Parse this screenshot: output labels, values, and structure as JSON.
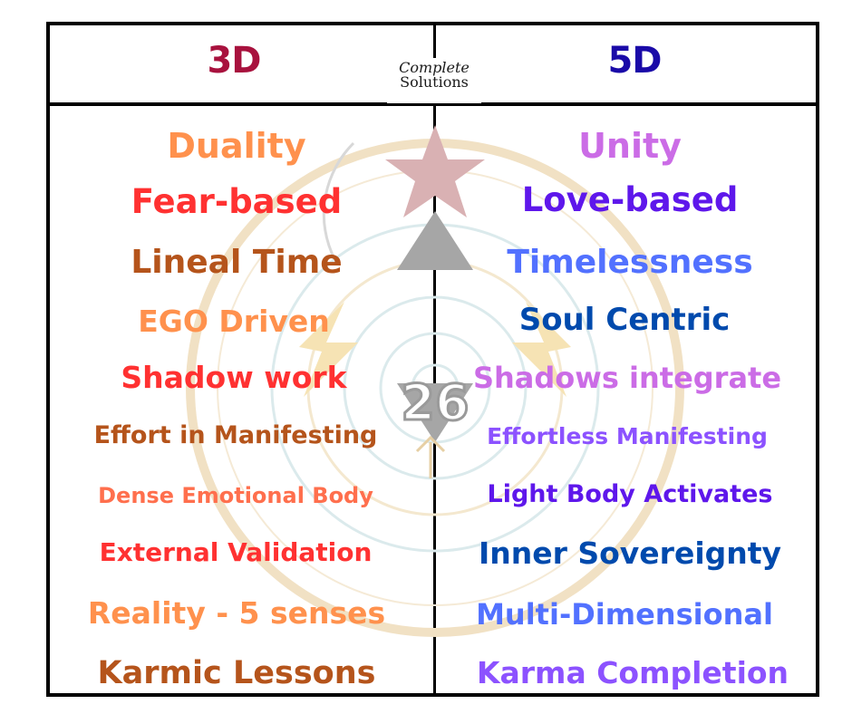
{
  "header": {
    "left_title": "3D",
    "right_title": "5D",
    "logo": {
      "line1": "Complete",
      "line2": "Solutions"
    },
    "colors": {
      "left_title": "#a8123e",
      "right_title": "#1a0aa8"
    }
  },
  "emblem": {
    "center_number": "26",
    "description": "watermark medallion with star, up/down triangles, feathers, lightning, spiral"
  },
  "rows": [
    {
      "left": {
        "text": "Duality",
        "color": "#ff914d"
      },
      "right": {
        "text": "Unity",
        "color": "#cb6ce6"
      }
    },
    {
      "left": {
        "text": "Fear-based",
        "color": "#ff3131"
      },
      "right": {
        "text": "Love-based",
        "color": "#5e17eb"
      }
    },
    {
      "left": {
        "text": "Lineal Time",
        "color": "#b5541b"
      },
      "right": {
        "text": "Timelessness",
        "color": "#5271ff"
      }
    },
    {
      "left": {
        "text": "EGO Driven",
        "color": "#ff914d"
      },
      "right": {
        "text": "Soul Centric",
        "color": "#004aad"
      }
    },
    {
      "left": {
        "text": "Shadow work",
        "color": "#ff3131"
      },
      "right": {
        "text": "Shadows integrate",
        "color": "#cb6ce6"
      }
    },
    {
      "left": {
        "text": "Effort in Manifesting",
        "color": "#b5541b"
      },
      "right": {
        "text": "Effortless Manifesting",
        "color": "#8c52ff"
      }
    },
    {
      "left": {
        "text": "Dense Emotional Body",
        "color": "#ff6f4d"
      },
      "right": {
        "text": "Light Body Activates",
        "color": "#5e17eb"
      }
    },
    {
      "left": {
        "text": "External Validation",
        "color": "#ff3131"
      },
      "right": {
        "text": "Inner Sovereignty",
        "color": "#004aad"
      }
    },
    {
      "left": {
        "text": "Reality - 5 senses",
        "color": "#ff914d"
      },
      "right": {
        "text": "Multi-Dimensional",
        "color": "#5271ff"
      }
    },
    {
      "left": {
        "text": "Karmic Lessons",
        "color": "#b5541b"
      },
      "right": {
        "text": "Karma Completion",
        "color": "#8c52ff"
      }
    }
  ]
}
